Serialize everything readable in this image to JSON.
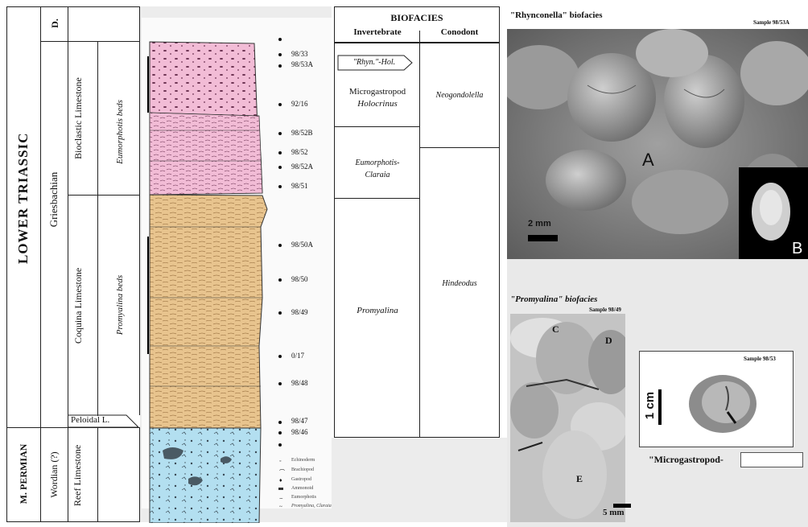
{
  "stratigraphy": {
    "system": "LOWER TRIASSIC",
    "lower_system": "M. PERMIAN",
    "stage_upper_label": "D.",
    "stage_main": "Griesbachian",
    "stage_lower": "Wordian (?)",
    "units": [
      "Bioclastic Limestone",
      "Coquina Limestone",
      "Peloidal L.",
      "Reef Limestone"
    ],
    "beds": [
      "Eumorphotis beds",
      "Promyalina beds"
    ]
  },
  "samples": [
    "98/33",
    "98/53A",
    "92/16",
    "98/52B",
    "98/52",
    "98/52A",
    "98/51",
    "98/50A",
    "98/50",
    "98/49",
    "0/17",
    "98/48",
    "98/47",
    "98/46"
  ],
  "legend": [
    "Echinoderm",
    "Brachiopod",
    "Gastropod",
    "Ammonoid",
    "Eumorphotis",
    "Promyalina, Claraia"
  ],
  "biofacies": {
    "title": "BIOFACIES",
    "col_invertebrate": "Invertebrate",
    "col_conodont": "Conodont",
    "rhyn_hol": "\"Rhyn.\"-Hol.",
    "microgastropod": "Microgastropod",
    "holocrinus": "Holocrinus",
    "eumorphotis_claraia": "Eumorphotis-Claraia",
    "eumorphotis": "Eumorphotis-",
    "claraia": "Claraia",
    "promyalina": "Promyalina",
    "neogondolella": "Neogondolella",
    "hindeodus": "Hindeodus"
  },
  "photos": {
    "top_title": "\"Rhynconella\" biofacies",
    "top_sample": "Sample 98/53A",
    "label_a": "A",
    "label_b": "B",
    "scale_top": "2 mm",
    "mid_title": "\"Promyalina\" biofacies",
    "mid_sample": "Sample 98/49",
    "label_c": "C",
    "label_d": "D",
    "label_e": "E",
    "scale_mid": "5 mm",
    "micro_sample": "Sample 98/53",
    "scale_micro": "1 cm",
    "micro_caption": "\"Microgastropod-"
  },
  "colors": {
    "pink": "#f2bcd6",
    "tan": "#e8c48e",
    "blue": "#b3dff0"
  }
}
